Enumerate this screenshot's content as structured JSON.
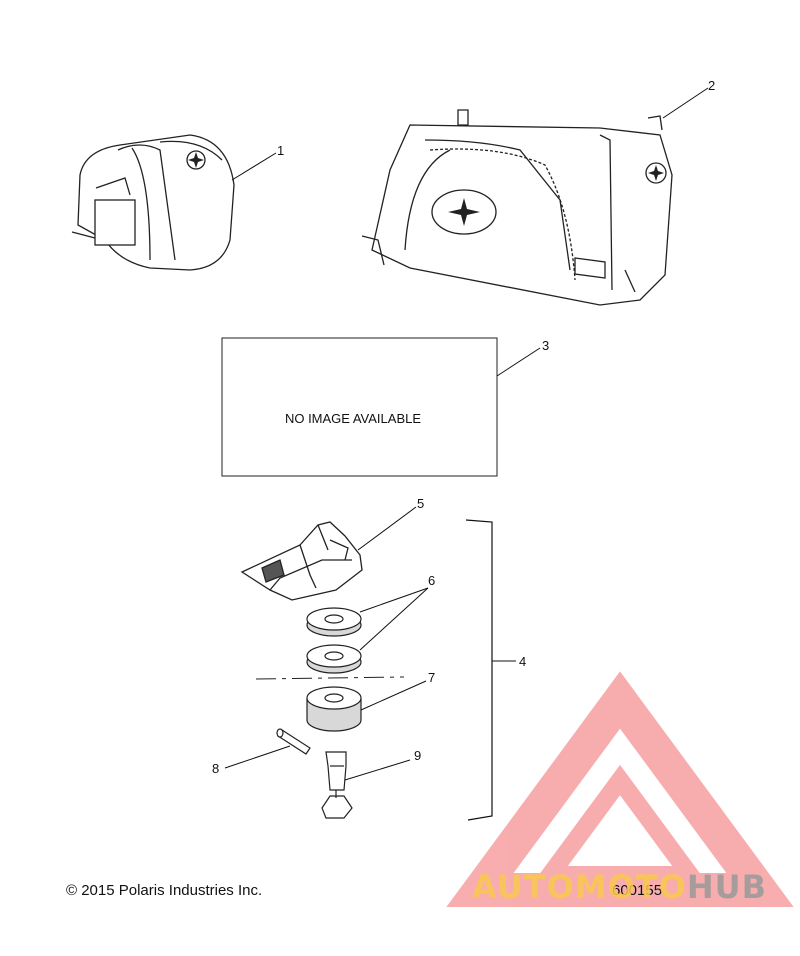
{
  "diagram": {
    "callouts": [
      "1",
      "2",
      "3",
      "4",
      "5",
      "6",
      "7",
      "8",
      "9"
    ],
    "placeholder_text": "NO IMAGE AVAILABLE",
    "copyright": "© 2015 Polaris Industries Inc.",
    "part_number": "600155"
  },
  "watermark": {
    "brand_part1": "AUTOMOTO",
    "brand_part2": "HUB",
    "colors": {
      "triangle": "#f26b6b",
      "text_main": "#f9c94d",
      "text_accent": "#9a9a9a"
    }
  }
}
